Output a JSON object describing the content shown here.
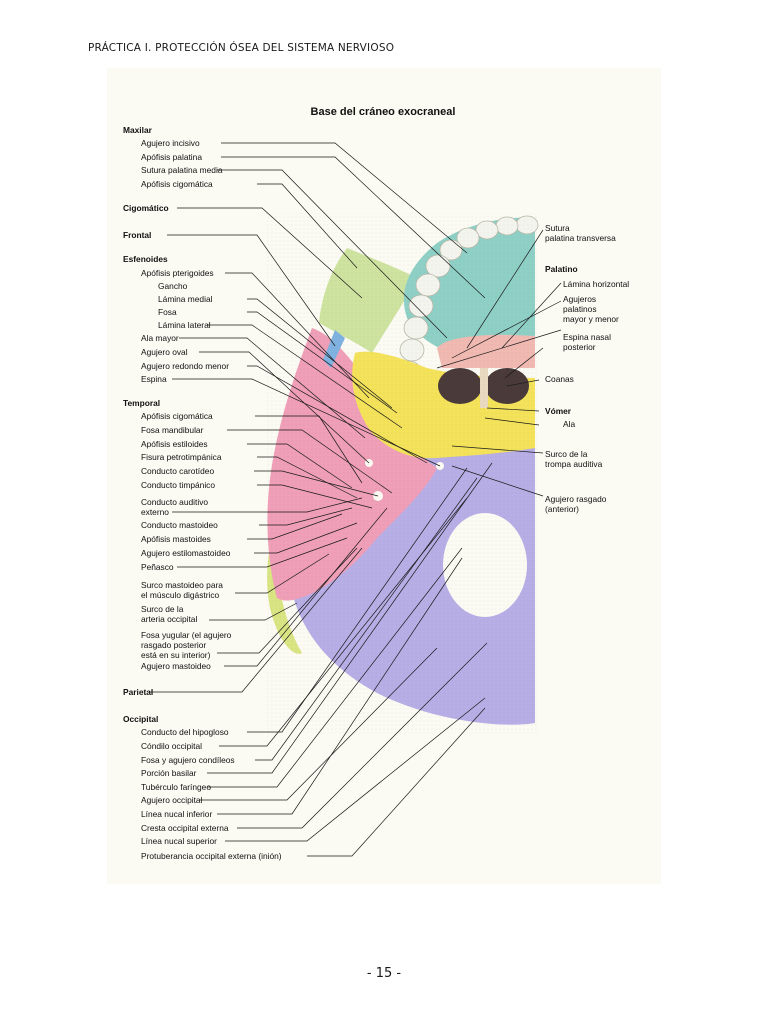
{
  "header": {
    "running_title": "PRÁCTICA I. PROTECCIÓN ÓSEA DEL SISTEMA NERVIOSO"
  },
  "figure": {
    "title": "Base del cráneo exocraneal",
    "left_labels": [
      "Maxilar",
      "Agujero incisivo",
      "Apófisis palatina",
      "Sutura palatina media",
      "Apófisis cigomática",
      "Cigomático",
      "Frontal",
      "Esfenoides",
      "Apófisis pterigoides",
      "Gancho",
      "Lámina medial",
      "Fosa",
      "Lámina lateral",
      "Ala mayor",
      "Agujero oval",
      "Agujero redondo menor",
      "Espina",
      "Temporal",
      "Apófisis cigomática",
      "Fosa mandibular",
      "Apófisis estiloides",
      "Fisura petrotimpánica",
      "Conducto carotídeo",
      "Conducto timpánico",
      "Conducto auditivo",
      "externo",
      "Conducto mastoideo",
      "Apófisis mastoides",
      "Agujero estilomastoideo",
      "Peñasco",
      "Surco mastoideo para",
      "el músculo digástrico",
      "Surco de la",
      "arteria occipital",
      "Fosa yugular (el agujero",
      "rasgado posterior",
      "está en su interior)",
      "Agujero mastoideo",
      "Parietal",
      "Occipital",
      "Conducto del hipogloso",
      "Cóndilo occipital",
      "Fosa y agujero condíleos",
      "Porción basilar",
      "Tubérculo faríngeo",
      "Agujero occipital",
      "Línea nucal inferior",
      "Cresta occipital externa",
      "Línea nucal superior",
      "Protuberancia occipital externa (inión)"
    ],
    "right_labels": [
      "Sutura",
      "palatina transversa",
      "Palatino",
      "Lámina horizontal",
      "Agujeros",
      "palatinos",
      "mayor y menor",
      "Espina nasal",
      "posterior",
      "Coanas",
      "Vómer",
      "Ala",
      "Surco de la",
      "trompa auditiva",
      "Agujero rasgado",
      "(anterior)"
    ]
  },
  "footer": {
    "page_number": "- 15 -"
  },
  "colors": {
    "maxilla": "#8fd0c6",
    "teeth": "#f4f4ee",
    "palatine": "#f0b9b2",
    "zygomatic": "#cfe3a0",
    "sphenoid": "#f3e25a",
    "temporal": "#ef9fb7",
    "occipital": "#b7aee6",
    "parietal": "#d9e483",
    "frontal": "#7fb2e0",
    "choanae": "#4a3a3a"
  }
}
